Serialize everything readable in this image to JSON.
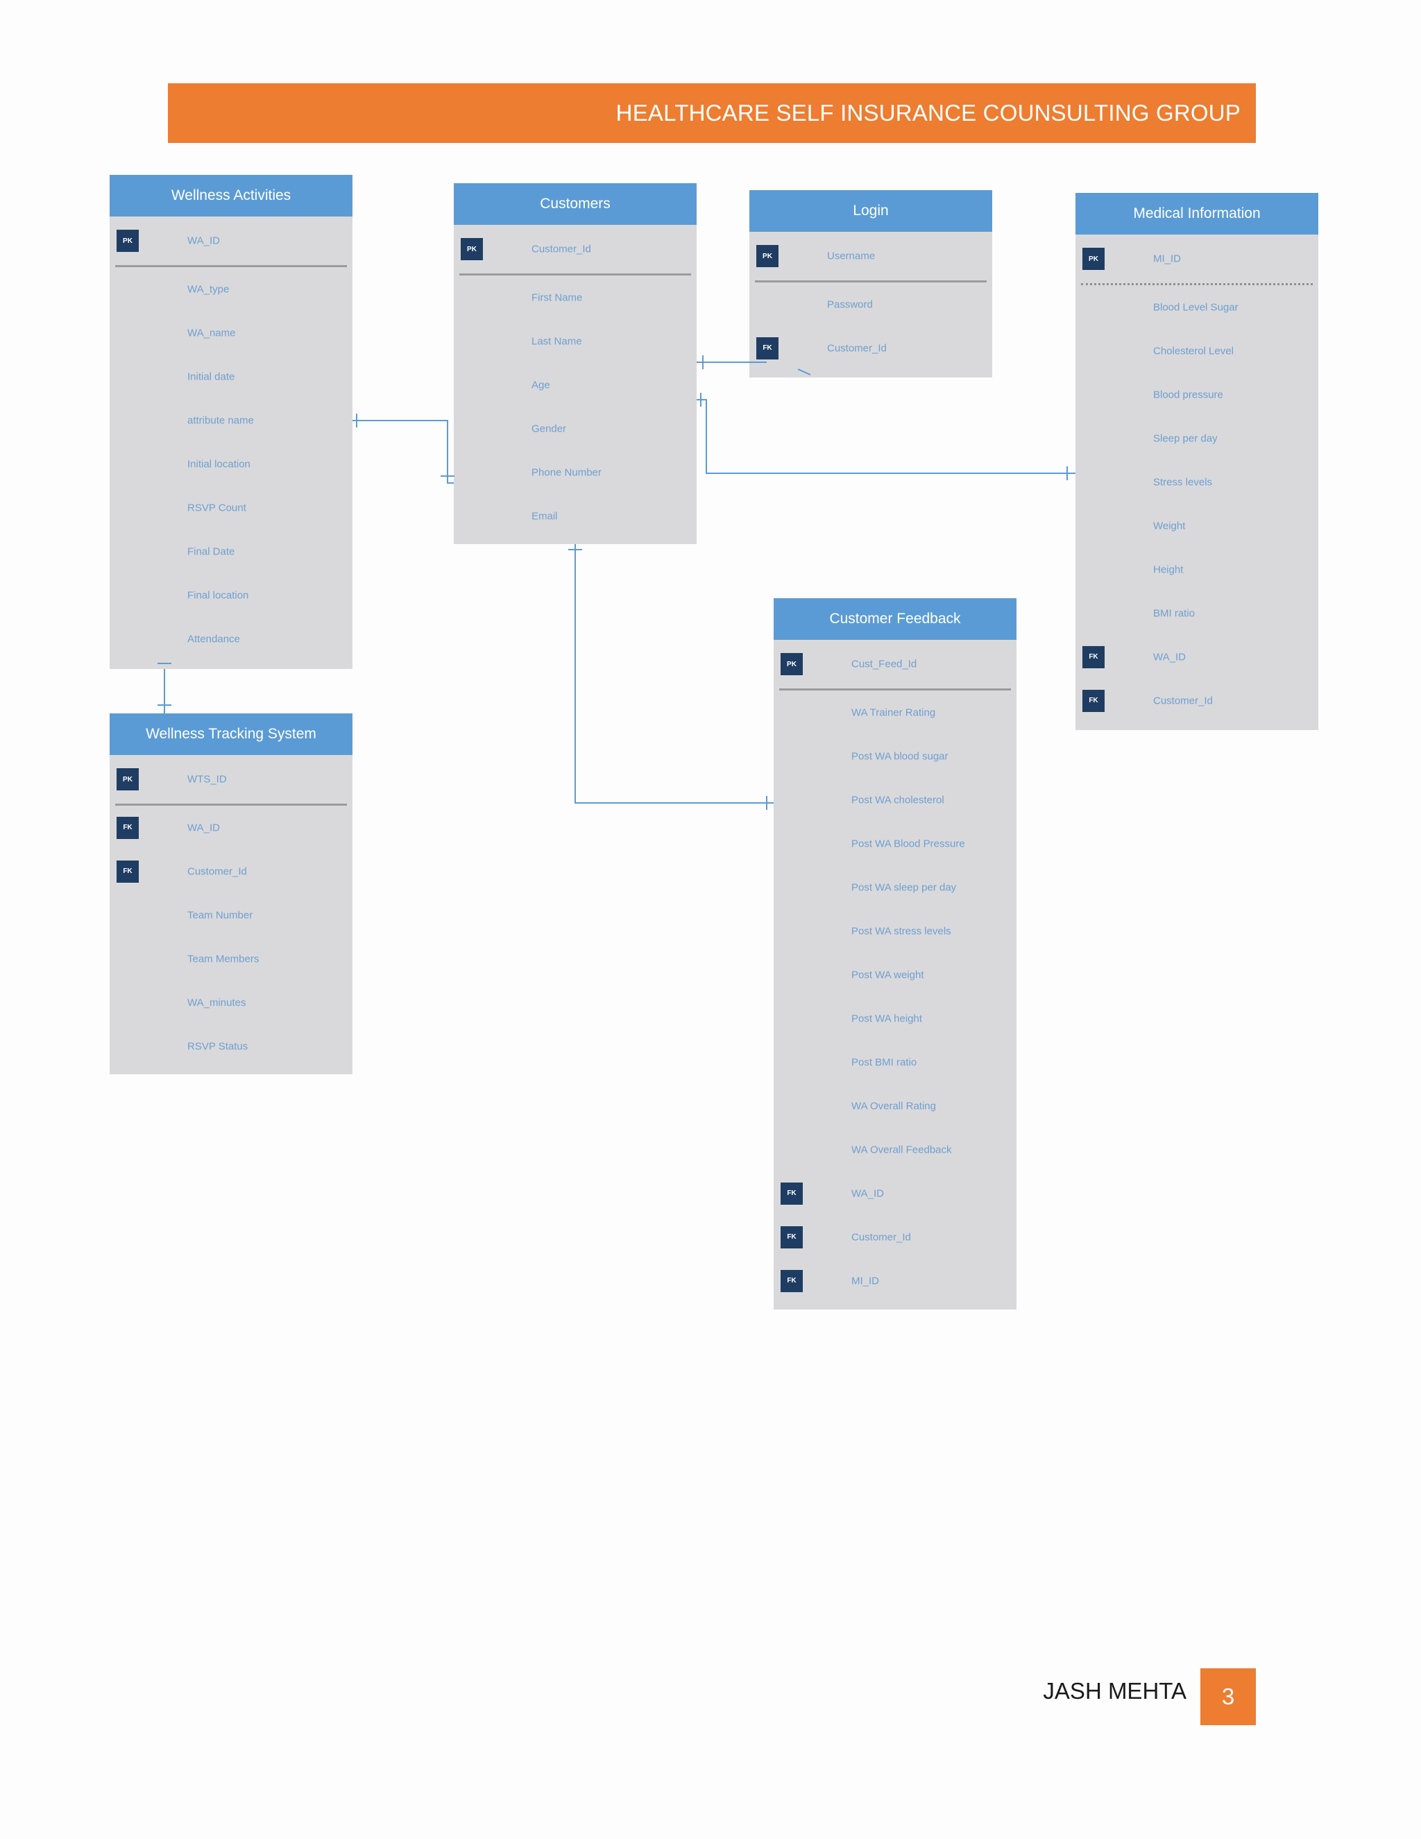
{
  "header": {
    "title": "HEALTHCARE SELF INSURANCE COUNSULTING GROUP"
  },
  "colors": {
    "accent": "#ed7d31",
    "entity_header": "#5b9bd5",
    "entity_body": "#d9d9dc",
    "key_badge": "#1f3d63",
    "connector": "#5b9bd5"
  },
  "entities": {
    "wellness_activities": {
      "title": "Wellness Activities",
      "pk": {
        "badge": "PK",
        "name": "WA_ID"
      },
      "fields": [
        "WA_type",
        "WA_name",
        "Initial date",
        "attribute name",
        "Initial location",
        "RSVP Count",
        "Final Date",
        "Final location",
        "Attendance"
      ]
    },
    "customers": {
      "title": "Customers",
      "pk": {
        "badge": "PK",
        "name": "Customer_Id"
      },
      "fields": [
        "First Name",
        "Last Name",
        "Age",
        "Gender",
        "Phone Number",
        "Email"
      ]
    },
    "login": {
      "title": "Login",
      "pk": {
        "badge": "PK",
        "name": "Username"
      },
      "fields": [
        "Password"
      ],
      "fk_fields": [
        {
          "badge": "FK",
          "name": "Customer_Id"
        }
      ]
    },
    "medical_information": {
      "title": "Medical Information",
      "pk": {
        "badge": "PK",
        "name": "MI_ID"
      },
      "fields": [
        "Blood Level Sugar",
        "Cholesterol Level",
        "Blood pressure",
        "Sleep per day",
        "Stress levels",
        "Weight",
        "Height",
        "BMI ratio"
      ],
      "fk_fields": [
        {
          "badge": "FK",
          "name": "WA_ID"
        },
        {
          "badge": "FK",
          "name": "Customer_Id"
        }
      ]
    },
    "wellness_tracking_system": {
      "title": "Wellness Tracking System",
      "pk": {
        "badge": "PK",
        "name": "WTS_ID"
      },
      "fk_fields": [
        {
          "badge": "FK",
          "name": "WA_ID"
        },
        {
          "badge": "FK",
          "name": "Customer_Id"
        }
      ],
      "fields": [
        "Team Number",
        "Team Members",
        "WA_minutes",
        "RSVP Status"
      ]
    },
    "customer_feedback": {
      "title": "Customer Feedback",
      "pk": {
        "badge": "PK",
        "name": "Cust_Feed_Id"
      },
      "fields": [
        "WA Trainer Rating",
        "Post WA blood sugar",
        "Post WA cholesterol",
        "Post WA Blood Pressure",
        "Post WA sleep per day",
        "Post WA stress levels",
        "Post WA weight",
        "Post WA height",
        "Post BMI ratio",
        "WA Overall Rating",
        "WA Overall Feedback"
      ],
      "fk_fields": [
        {
          "badge": "FK",
          "name": "WA_ID"
        },
        {
          "badge": "FK",
          "name": "Customer_Id"
        },
        {
          "badge": "FK",
          "name": "MI_ID"
        }
      ]
    }
  },
  "footer": {
    "author": "JASH MEHTA",
    "page": "3"
  }
}
